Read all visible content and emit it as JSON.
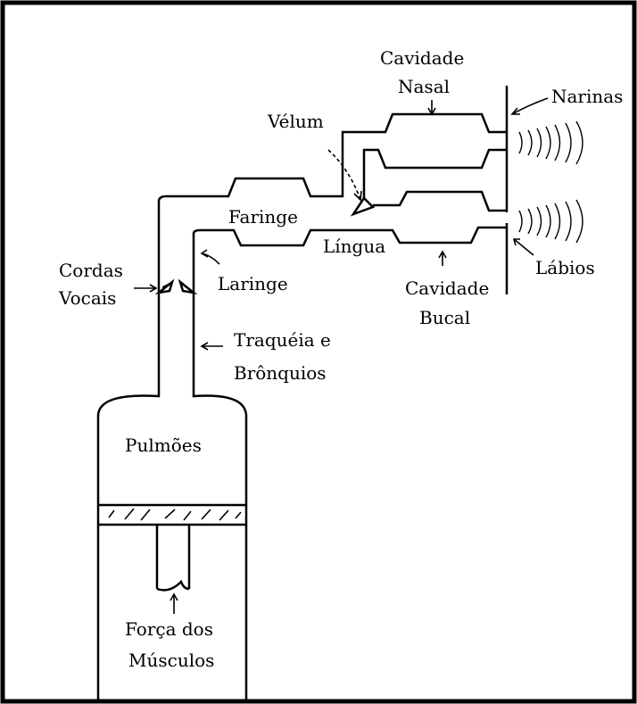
{
  "labels": {
    "cavidade_nasal_1": "Cavidade",
    "cavidade_nasal_2": "Nasal",
    "narinas": "Narinas",
    "velum": "Vélum",
    "faringe": "Faringe",
    "lingua": "Língua",
    "cordas_vocais_1": "Cordas",
    "cordas_vocais_2": "Vocais",
    "laringe": "Laringe",
    "labios": "Lábios",
    "cavidade_bucal_1": "Cavidade",
    "cavidade_bucal_2": "Bucal",
    "traqueia_1": "Traquéia e",
    "traqueia_2": "Brônquios",
    "pulmoes": "Pulmões",
    "forca_1": "Força dos",
    "forca_2": "Músculos"
  }
}
